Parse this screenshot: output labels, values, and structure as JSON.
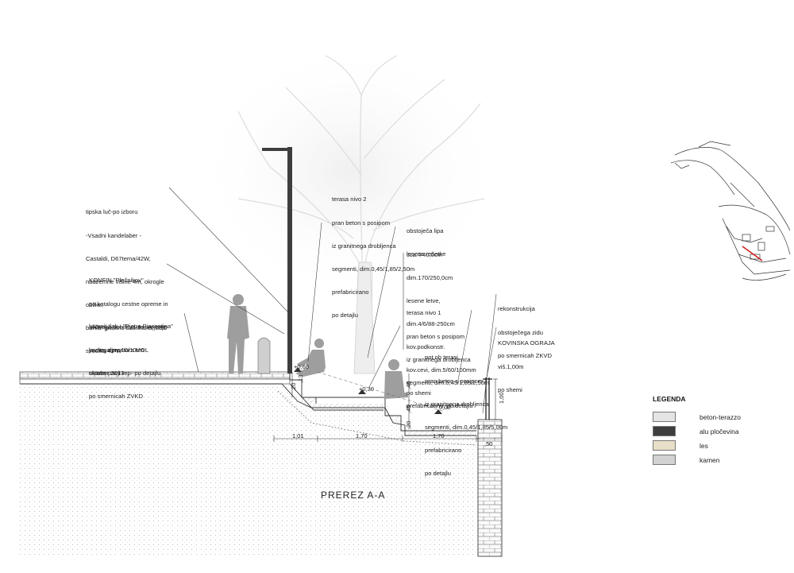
{
  "notes": {
    "tipska_luc": [
      "tipska luč-po izboru",
      "-Vsadni kandelaber -",
      "Castaldi, D67tema/42W,",
      "nadzemne višine 4m, okrogle",
      "oblike,",
      "barva: grafitno satinirana, LED",
      "svetilka 42 W"
    ],
    "konfin": [
      "KONFIN \"Plečnikov\"",
      "po katalogu cestne opreme in",
      "uličnega pohištva za urejanje",
      "javnega prostora MOL",
      "oktober 2013"
    ],
    "kamnit_tlak": [
      "kamnit tlak - \"Pietra Piasentina\"",
      "kocke, dim. 10/10cm",
      "sistem pavji rep- po detajlu",
      "po smernicah ZVKD"
    ],
    "terasa_nivo_2": [
      "terasa nivo 2",
      "pran beton s posipom",
      "iz granitnega drobljenca",
      "segmenti, dim.0,45/1,85/2,50m",
      "prefabricirano",
      "po detajlu"
    ],
    "obstojeca_lipa": [
      "obstoječa lipa",
      "cca.Φ40,0cm"
    ],
    "lesene_resetke": [
      "lesene rešetke",
      "dim.170/250,0cm",
      "lesene letve,",
      "dim.4/6/88-250cm",
      "kov.podkonstr.",
      "kov.cevi, dim.5/60/100mm",
      "po shemi"
    ],
    "terasa_nivo_1": [
      "terasa nivo 1",
      "pran beton s posipom",
      "iz granitnega drobljenca",
      "segmenti, dim.0,45/1,85/2,50m",
      "prefabricirano, po detajlu"
    ],
    "pot_ob_terasi": [
      "pot ob terasi",
      "pran beton s posipom",
      "iz granitnega drobljenca",
      "segmenti, dim.0,45/1,85/5,00m",
      "prefabricirano",
      "po detajlu"
    ],
    "rekonstrukcija": [
      "rekonstrukcija",
      "obstoječega zidu",
      "po smernicah ZKVD"
    ],
    "kovinska_ograja": [
      "KOVINSKA OGRAJA",
      "viš.1,00m",
      "po shemi"
    ]
  },
  "dimensions": {
    "d_1_01": "1,01",
    "d_1_70_a": "1,70",
    "d_1_70_b": "1,70",
    "d_50": ",50",
    "d_1_00": "1,00",
    "lvl_plus_060": "+0,60",
    "lvl_plus_030": "+0,30",
    "lvl_000": "0,00",
    "v_20_a": ",20",
    "v_13": ",13",
    "v_20_b": ",20",
    "v_45_a": ",45",
    "v_45_b": ",45"
  },
  "section_title": "PREREZ A-A",
  "legend": {
    "title": "LEGENDA",
    "items": [
      {
        "label": "beton-terazzo",
        "color": "#e4e4e4"
      },
      {
        "label": "alu pločevina",
        "color": "#3e3e3e"
      },
      {
        "label": "les",
        "color": "#e8dfc8"
      },
      {
        "label": "kamen",
        "color": "#d2d2d2"
      }
    ]
  }
}
